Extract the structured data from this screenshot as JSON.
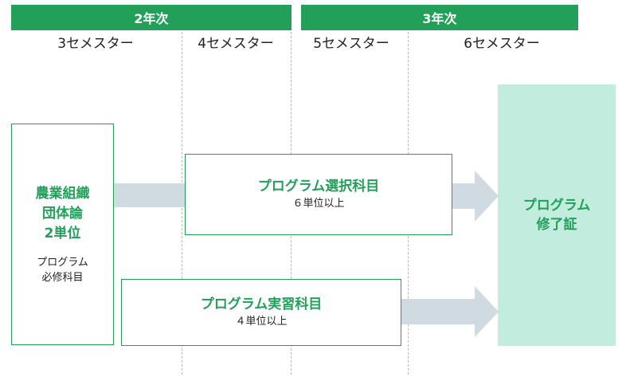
{
  "years": [
    {
      "label": "2年次"
    },
    {
      "label": "3年次"
    }
  ],
  "semesters": [
    {
      "label": "3セメスター"
    },
    {
      "label": "4セメスター"
    },
    {
      "label": "5セメスター"
    },
    {
      "label": "6セメスター"
    }
  ],
  "required": {
    "title_line1": "農業組織",
    "title_line2": "団体論",
    "title_line3": "2単位",
    "caption_line1": "プログラム",
    "caption_line2": "必修科目"
  },
  "elective": {
    "title": "プログラム選択科目",
    "credits": "６単位以上"
  },
  "practice": {
    "title": "プログラム実習科目",
    "credits": "４単位以上"
  },
  "certificate": {
    "line1": "プログラム",
    "line2": "修了証"
  },
  "colors": {
    "accent": "#22a05a",
    "certificate_bg": "#c2ecdd",
    "flow": "#cfdbe0"
  }
}
